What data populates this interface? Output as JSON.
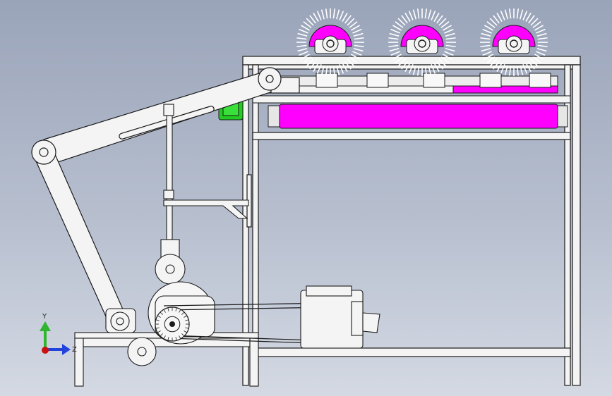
{
  "view": {
    "background_top": "#9aa4b9",
    "background_bottom": "#d4d9e3",
    "line_color": "#1a1a1a",
    "part_fill": "#f4f4f4",
    "accent_magenta": "#ff00ff",
    "accent_green": "#22cc22"
  },
  "triad": {
    "y_label": "Y",
    "z_label": "Z",
    "y_color": "#2fb52f",
    "z_color": "#2244dd",
    "x_color": "#cc1111"
  },
  "components": {
    "brush_count": 3,
    "lower_pulley_count": 2,
    "belt_count": 2
  }
}
